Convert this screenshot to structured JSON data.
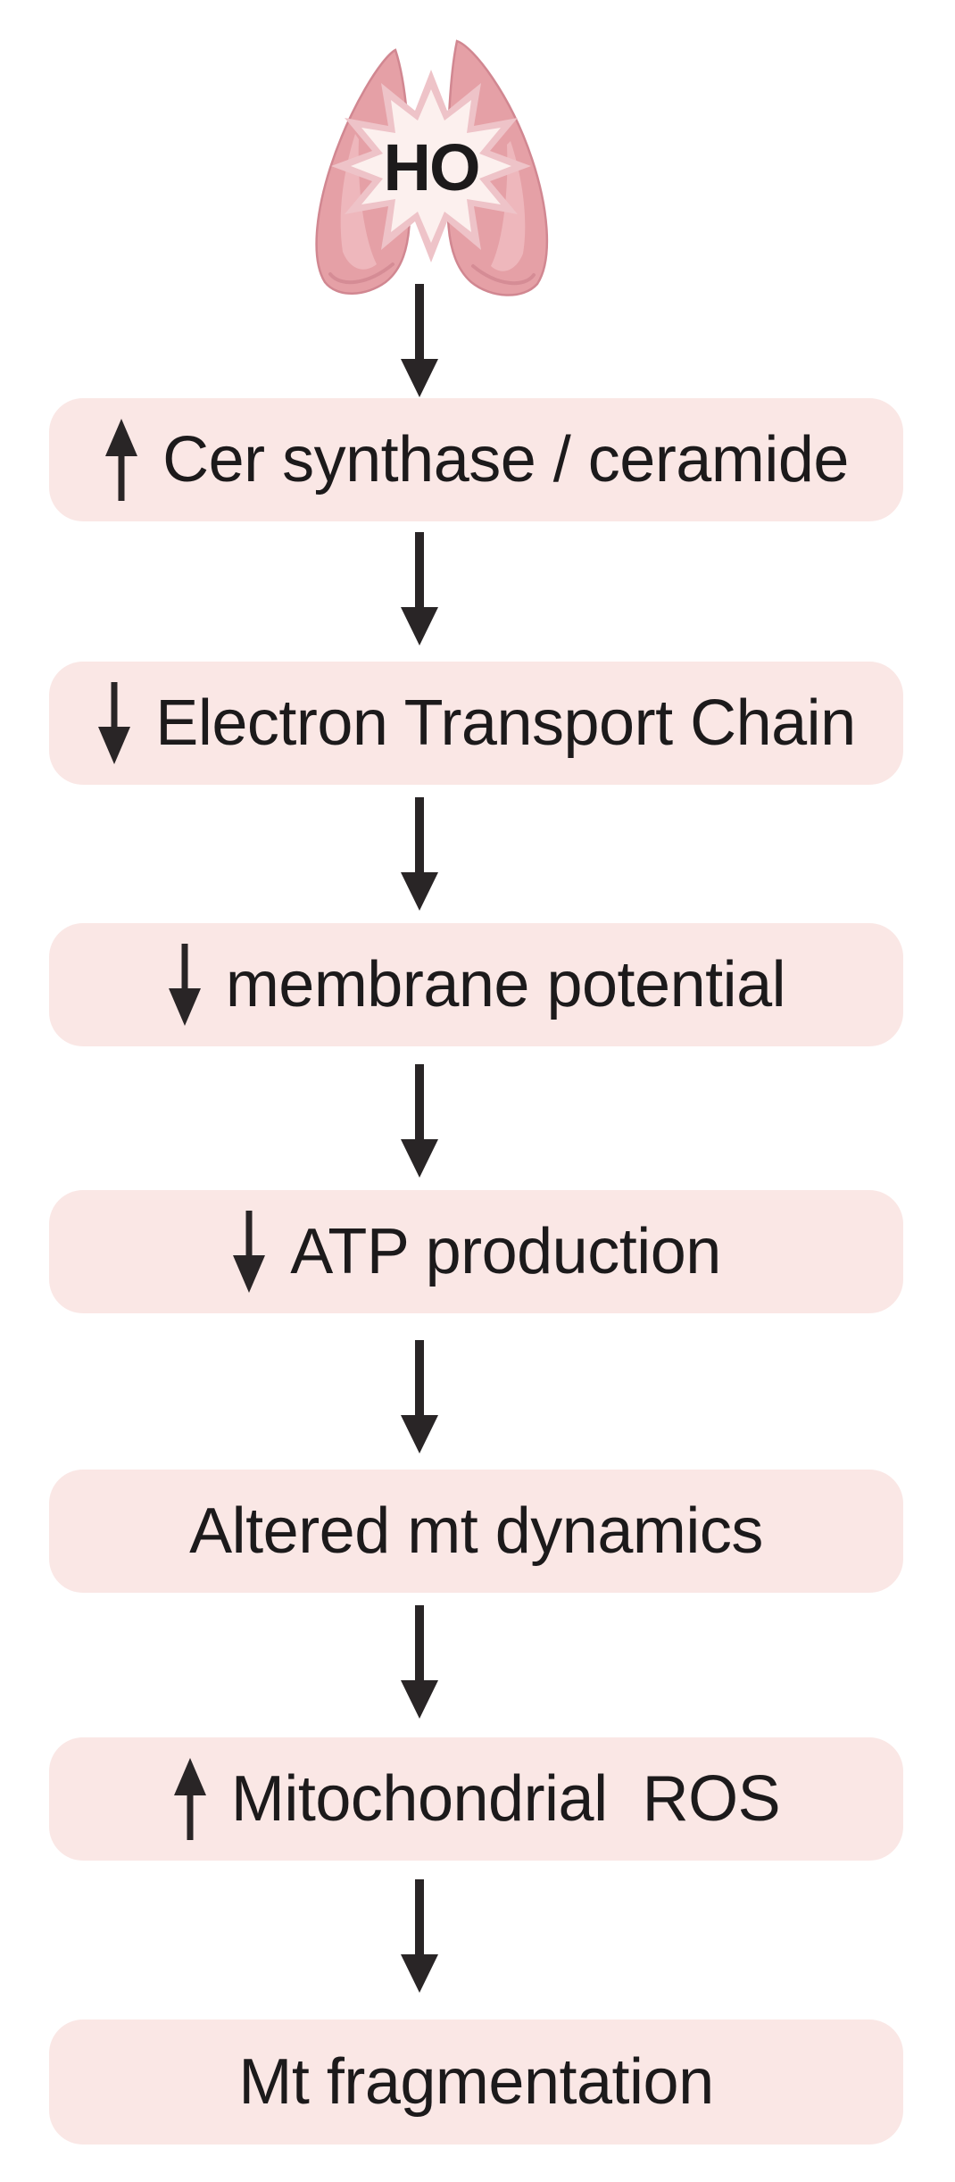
{
  "diagram": {
    "source": {
      "icon": "lungs-with-starburst",
      "label": "HO"
    },
    "nodes": [
      {
        "id": "cer-synthase",
        "direction": "up",
        "label": "Cer synthase / ceramide"
      },
      {
        "id": "etc",
        "direction": "down",
        "label": "Electron Transport Chain"
      },
      {
        "id": "membrane-potential",
        "direction": "down",
        "label": "membrane potential"
      },
      {
        "id": "atp-production",
        "direction": "down",
        "label": "ATP production"
      },
      {
        "id": "mt-dynamics",
        "direction": "none",
        "label": "Altered mt dynamics"
      },
      {
        "id": "mt-ros",
        "direction": "up",
        "label": "Mitochondrial  ROS"
      },
      {
        "id": "mt-fragmentation",
        "direction": "none",
        "label": "Mt fragmentation"
      }
    ],
    "colors": {
      "node_bg": "#fae7e5",
      "arrow": "#292526",
      "text": "#1c1a1b",
      "lung_body": "#e5a0a6",
      "lung_shade": "#d18791",
      "lung_highlight": "#f0bfc3",
      "burst_outer": "#eec3c8",
      "burst_inner": "#fcf0ee"
    }
  }
}
